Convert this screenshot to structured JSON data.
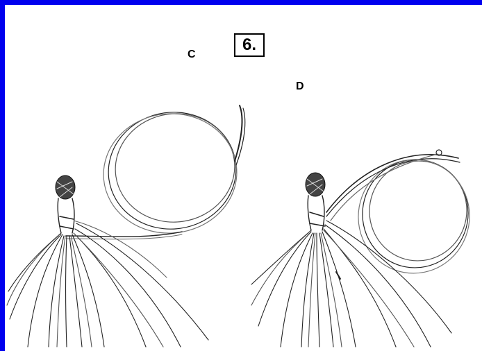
{
  "diagram": {
    "step_number": "6.",
    "panels": [
      {
        "label": "C",
        "icon": "tassel-with-loop-illustration"
      },
      {
        "label": "D",
        "icon": "tassel-with-loop-illustration"
      }
    ],
    "colors": {
      "border": "#0000ee",
      "ink": "#222222",
      "background": "#ffffff"
    }
  }
}
